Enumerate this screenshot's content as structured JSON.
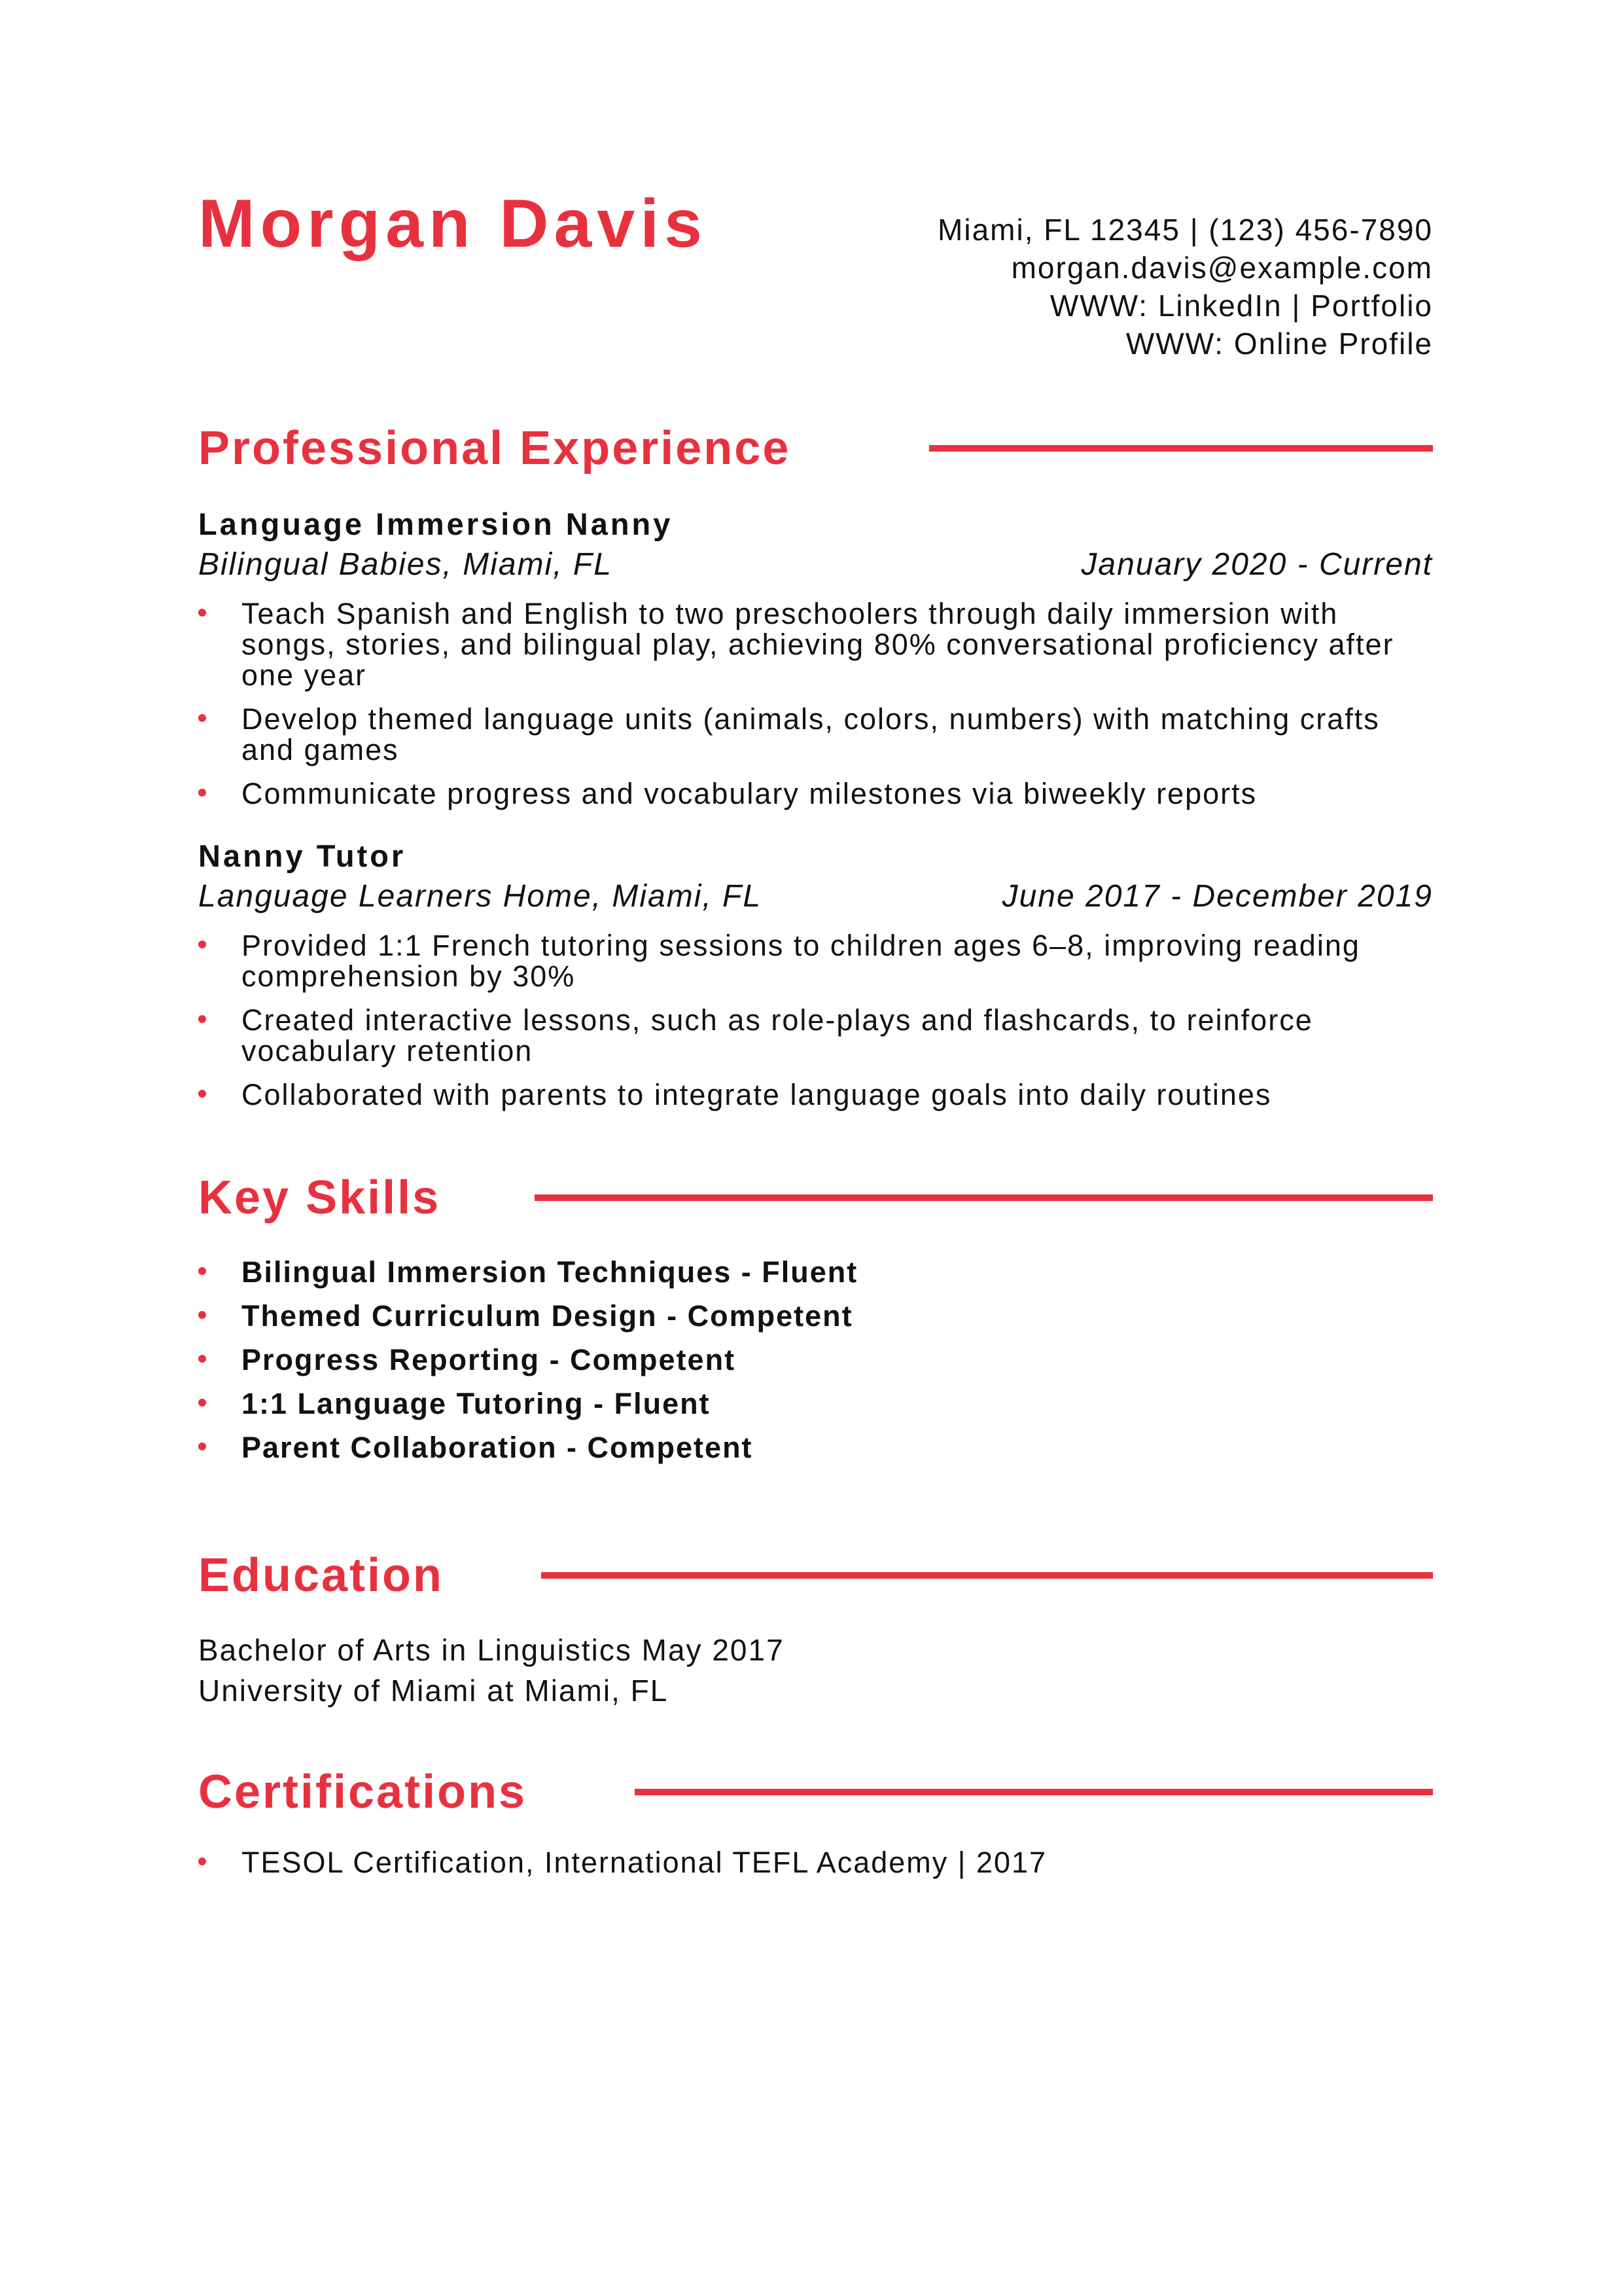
{
  "header": {
    "name": "Morgan Davis",
    "contact_line1": "Miami, FL 12345 | (123) 456-7890",
    "email": "morgan.davis@example.com",
    "links_line": "WWW: LinkedIn | Portfolio",
    "profile_line": "WWW: Online Profile"
  },
  "sections": {
    "experience_title": "Professional Experience",
    "skills_title": "Key Skills",
    "education_title": "Education",
    "certifications_title": "Certifications"
  },
  "jobs": [
    {
      "title": "Language Immersion Nanny",
      "company": "Bilingual Babies, Miami, FL",
      "dates": "January 2020 - Current",
      "bullets": [
        "Teach Spanish and English to two preschoolers through daily immersion with songs, stories, and bilingual play, achieving 80% conversational proficiency after one year",
        "Develop themed language units (animals, colors, numbers) with matching crafts and games",
        "Communicate progress and vocabulary milestones via biweekly reports"
      ]
    },
    {
      "title": "Nanny Tutor",
      "company": "Language Learners Home, Miami, FL",
      "dates": "June 2017 - December 2019",
      "bullets": [
        "Provided 1:1 French tutoring sessions to children ages 6–8, improving reading comprehension by 30%",
        "Created interactive lessons, such as role-plays and flashcards, to reinforce vocabulary retention",
        "Collaborated with parents to integrate language goals into daily routines"
      ]
    }
  ],
  "skills": [
    "Bilingual Immersion Techniques - Fluent",
    "Themed Curriculum Design - Competent",
    "Progress Reporting - Competent",
    "1:1 Language Tutoring - Fluent",
    "Parent Collaboration - Competent"
  ],
  "education": {
    "degree_line": "Bachelor of Arts in Linguistics May 2017",
    "school_line": "University of Miami at Miami, FL"
  },
  "certifications": [
    "TESOL Certification, International TEFL Academy | 2017"
  ],
  "colors": {
    "accent": "#e8313f",
    "text": "#111111",
    "background": "#ffffff"
  }
}
